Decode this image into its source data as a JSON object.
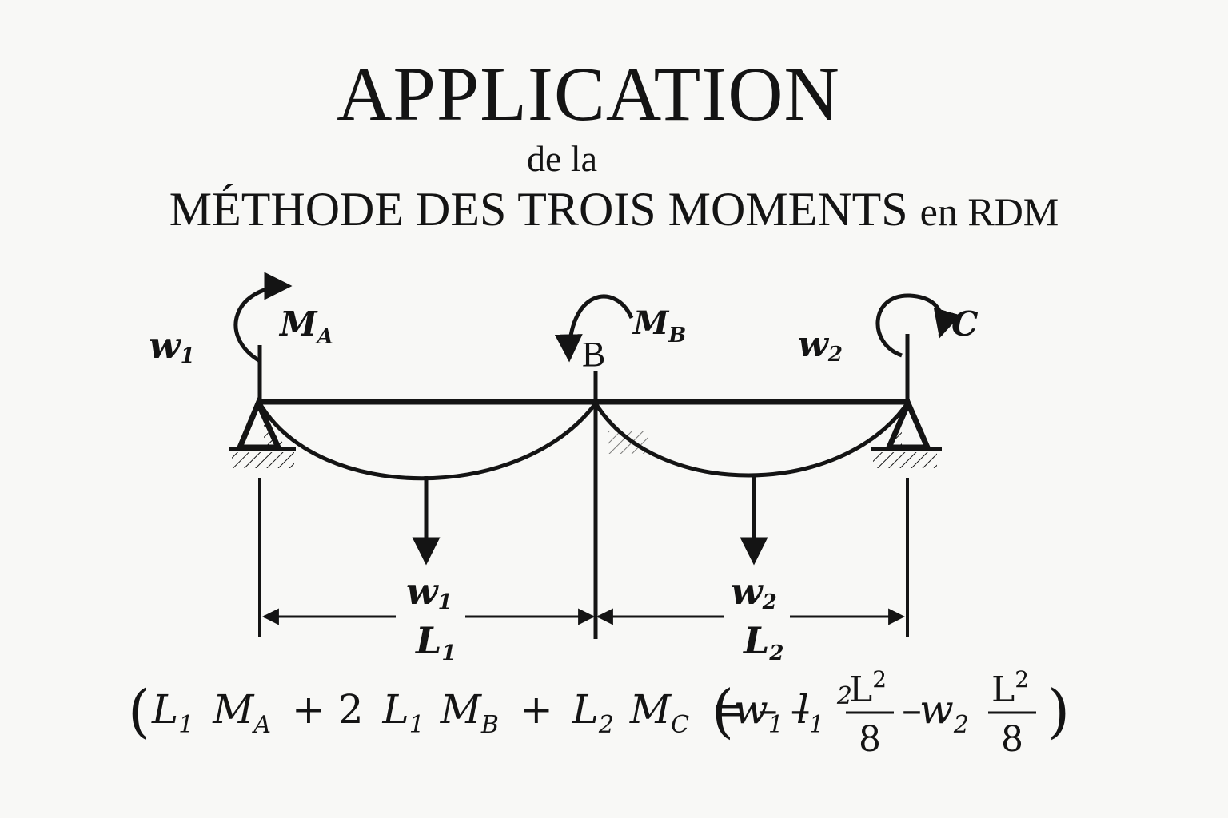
{
  "title": {
    "line1": "APPLICATION",
    "line2": "de la",
    "line3_main": "MÉTHODE DES TROIS MOMENTS",
    "line3_small": "en RDM"
  },
  "labels": {
    "w1": {
      "base": "w",
      "sub": "1"
    },
    "w2": {
      "base": "w",
      "sub": "2"
    },
    "MA": {
      "base": "M",
      "sub": "A"
    },
    "MB": {
      "base": "M",
      "sub": "B"
    },
    "C": "C",
    "B": "B",
    "load1": {
      "base": "w",
      "sub": "1"
    },
    "load2": {
      "base": "w",
      "sub": "2"
    },
    "L1": {
      "base": "L",
      "sub": "1"
    },
    "L2": {
      "base": "L",
      "sub": "2"
    }
  },
  "equation": {
    "open": "(",
    "lhs": [
      {
        "base": "L",
        "sub": "1"
      },
      {
        "base": "M",
        "sub": "A"
      },
      {
        "op": "+ 2"
      },
      {
        "base": "L",
        "sub": "1"
      },
      {
        "base": "M",
        "sub": "B"
      },
      {
        "op": "+"
      },
      {
        "base": "L",
        "sub": "2"
      },
      {
        "base": "M",
        "sub": "C"
      }
    ],
    "equals": "= – –",
    "rhs_open": "(",
    "term1": {
      "w": "w",
      "wsub": "1",
      "l": "l",
      "lsub": "1",
      "lsup": "2"
    },
    "frac1": {
      "num": "L",
      "num_sup": "2",
      "den": "8"
    },
    "minus": "–",
    "term2": {
      "w": "w",
      "wsub": "2"
    },
    "frac2": {
      "num": "L",
      "num_sup": "2",
      "den": "8"
    },
    "close": ")"
  }
}
